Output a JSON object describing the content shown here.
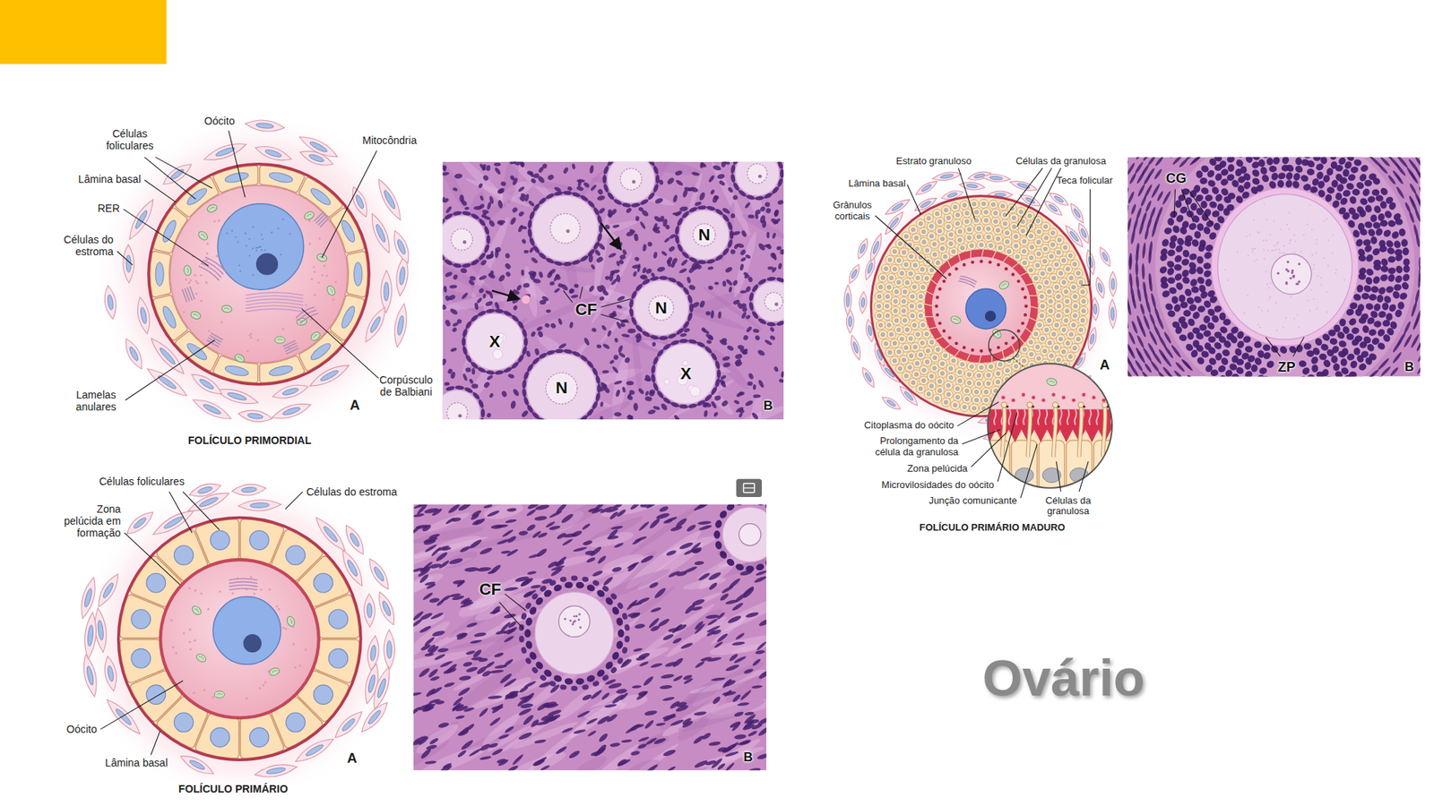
{
  "diagram": {
    "title": "Ovário",
    "labels": [
      "Oócito",
      "Células foliculares",
      "Mitocôndria",
      "Lâmina basal",
      "RER",
      "Células do estroma",
      "Lamelas anulares",
      "Corpúsculo de Balbiani",
      "A",
      "FOLÍCULO PRIMORDIAL",
      "N",
      "CF",
      "N",
      "X",
      "N",
      "X",
      "B",
      "Estrato granuloso",
      "Células da granulosa",
      "Lâmina basal",
      "Teca folicular",
      "Grânulos corticais",
      "A",
      "CG",
      "ZP",
      "B",
      "Citoplasma do oócito",
      "Prolongamento da célula da granulosa",
      "Zona pelúcida",
      "Microvilosidades do oócito",
      "Junção comunicante",
      "Células da granulosa",
      "FOLÍCULO PRIMÁRIO MADURO",
      "Células foliculares",
      "Células do estroma",
      "Zona pelúcida em formação",
      "CF",
      "Oócito",
      "Lâmina basal",
      "A",
      "B",
      "FOLÍCULO PRIMÁRIO"
    ]
  }
}
